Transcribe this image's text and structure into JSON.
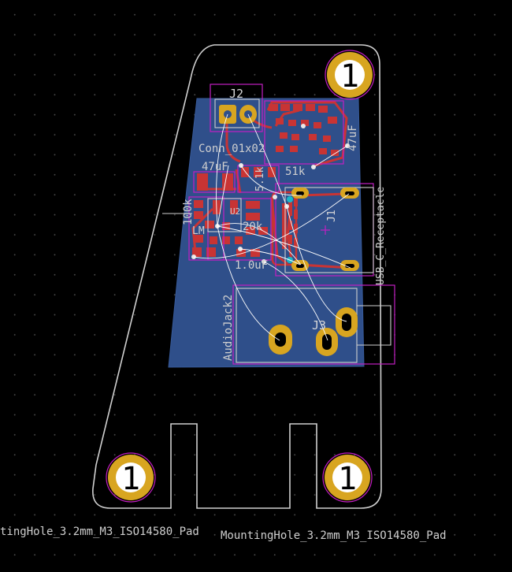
{
  "board": {
    "mounting_hole_label": "1",
    "mounting_hole_footprint_left": "tingHole_3.2mm_M3_ISO14580_Pad",
    "mounting_hole_footprint_right": "MountingHole_3.2mm_M3_ISO14580_Pad"
  },
  "components": {
    "j2_ref": "J2",
    "j2_value": "Conn_01x02",
    "j1_ref": "J1",
    "j1_value": "USB_C_Receptacle",
    "j3_ref": "J3",
    "j3_value": "AudioJack2",
    "cap_47u_left": "47uF",
    "cap_47u_right": "47uF",
    "res_51k": "51k",
    "res_5k1": "5.1k",
    "res_100k": "100k",
    "res_20k": "20k",
    "cap_1u": "1.0uF",
    "u1_ref": "U2",
    "misc_label": "LM"
  },
  "colors": {
    "background": "#000000",
    "grid_dot": "#4a4a4a",
    "edge_cuts": "#d0d0d0",
    "copper_fill": "#2f4f8a",
    "front_copper": "#c83434",
    "pad_gold": "#d8a520",
    "courtyard": "#c21ec2",
    "ratsnest": "#ffffff",
    "silkscreen": "#cfcfcf"
  }
}
